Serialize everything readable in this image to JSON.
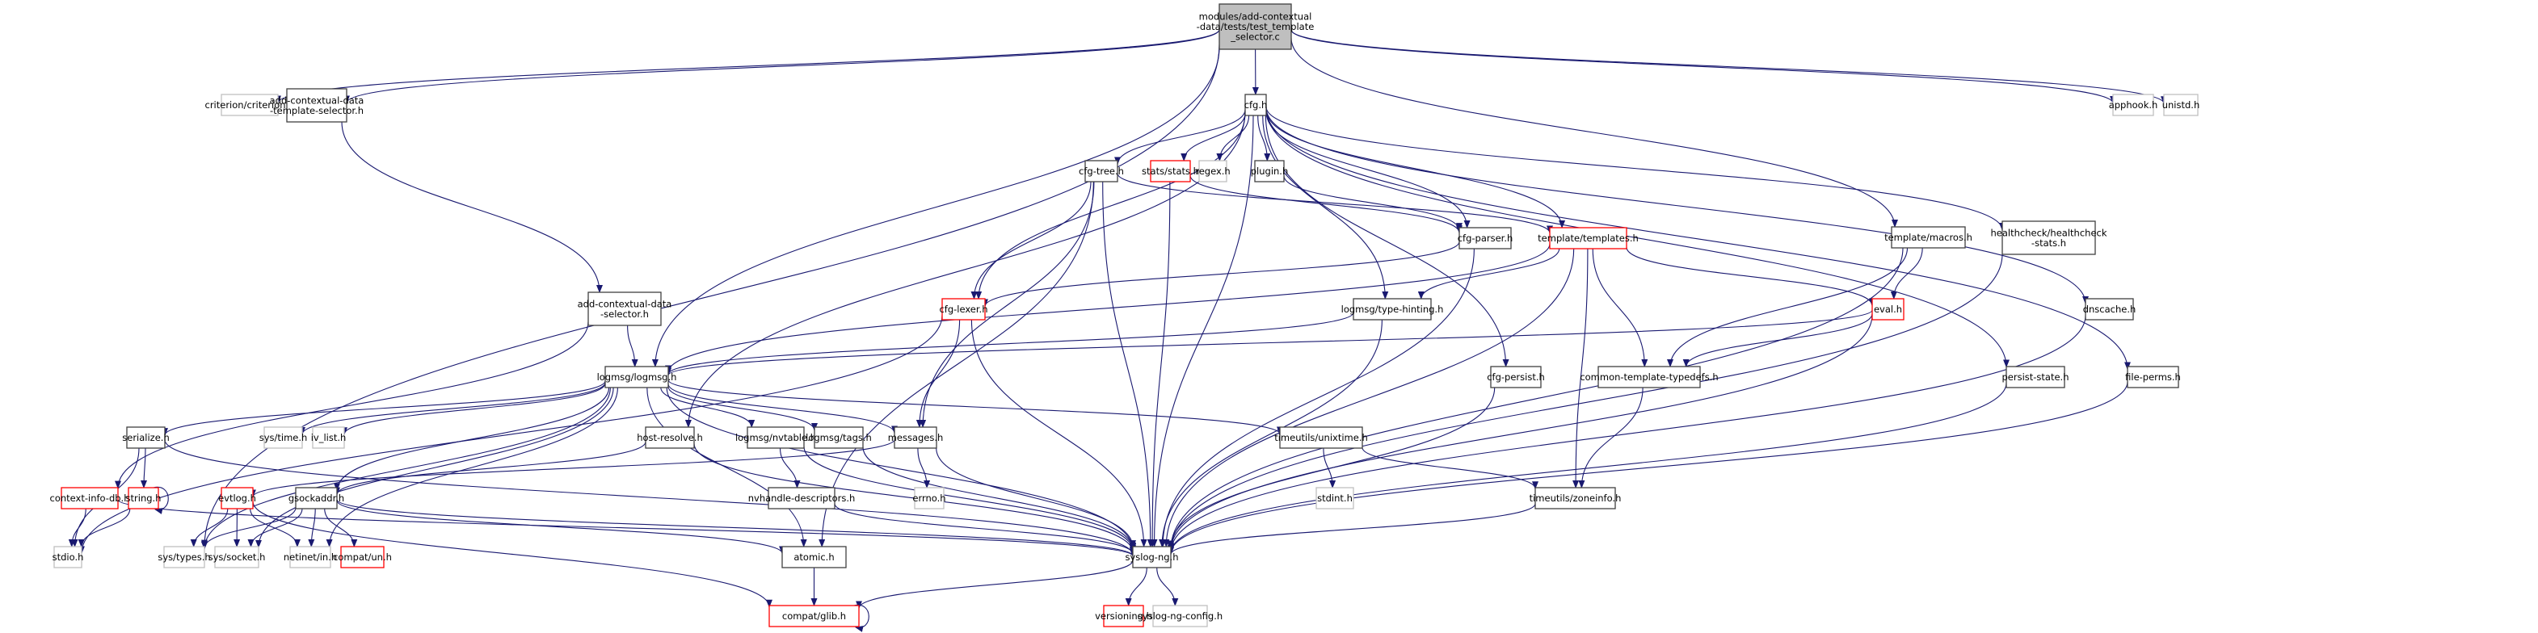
{
  "title": "Include dependency graph for test_template_selector.c",
  "colors": {
    "edge": "#191970",
    "root_fill": "#bfbfbf",
    "root_border": "#404040",
    "normal_border": "#404040",
    "missing_border": "#bfbfbf",
    "truncated_border": "#ff0000"
  },
  "nodes": [
    {
      "id": "root",
      "lines": [
        "modules/add-contextual",
        "-data/tests/test_template",
        "_selector.c"
      ],
      "kind": "root"
    },
    {
      "id": "criterion",
      "lines": [
        "criterion/criterion.h"
      ],
      "kind": "missing"
    },
    {
      "id": "acd_ts",
      "lines": [
        "add-contextual-data",
        "-template-selector.h"
      ],
      "kind": "normal"
    },
    {
      "id": "cfg",
      "lines": [
        "cfg.h"
      ],
      "kind": "normal"
    },
    {
      "id": "apphook",
      "lines": [
        "apphook.h"
      ],
      "kind": "missing"
    },
    {
      "id": "unistd",
      "lines": [
        "unistd.h"
      ],
      "kind": "missing"
    },
    {
      "id": "cfgtree",
      "lines": [
        "cfg-tree.h"
      ],
      "kind": "normal"
    },
    {
      "id": "stats",
      "lines": [
        "stats/stats.h"
      ],
      "kind": "truncated"
    },
    {
      "id": "regex",
      "lines": [
        "regex.h"
      ],
      "kind": "missing"
    },
    {
      "id": "plugin",
      "lines": [
        "plugin.h"
      ],
      "kind": "normal"
    },
    {
      "id": "cfgparser",
      "lines": [
        "cfg-parser.h"
      ],
      "kind": "normal"
    },
    {
      "id": "templates",
      "lines": [
        "template/templates.h"
      ],
      "kind": "truncated"
    },
    {
      "id": "macros",
      "lines": [
        "template/macros.h"
      ],
      "kind": "normal"
    },
    {
      "id": "healthcheck",
      "lines": [
        "healthcheck/healthcheck",
        "-stats.h"
      ],
      "kind": "normal"
    },
    {
      "id": "acd_sel",
      "lines": [
        "add-contextual-data",
        "-selector.h"
      ],
      "kind": "normal"
    },
    {
      "id": "cfglexer",
      "lines": [
        "cfg-lexer.h"
      ],
      "kind": "truncated"
    },
    {
      "id": "typehint",
      "lines": [
        "logmsg/type-hinting.h"
      ],
      "kind": "normal"
    },
    {
      "id": "eval",
      "lines": [
        "eval.h"
      ],
      "kind": "truncated"
    },
    {
      "id": "dnscache",
      "lines": [
        "dnscache.h"
      ],
      "kind": "normal"
    },
    {
      "id": "logmsg",
      "lines": [
        "logmsg/logmsg.h"
      ],
      "kind": "normal"
    },
    {
      "id": "cfgpersist",
      "lines": [
        "cfg-persist.h"
      ],
      "kind": "normal"
    },
    {
      "id": "ctt",
      "lines": [
        "common-template-typedefs.h"
      ],
      "kind": "normal"
    },
    {
      "id": "persist",
      "lines": [
        "persist-state.h"
      ],
      "kind": "normal"
    },
    {
      "id": "fileperms",
      "lines": [
        "file-perms.h"
      ],
      "kind": "normal"
    },
    {
      "id": "serialize",
      "lines": [
        "serialize.h"
      ],
      "kind": "normal"
    },
    {
      "id": "systime",
      "lines": [
        "sys/time.h"
      ],
      "kind": "missing"
    },
    {
      "id": "ivlist",
      "lines": [
        "iv_list.h"
      ],
      "kind": "missing"
    },
    {
      "id": "hostres",
      "lines": [
        "host-resolve.h"
      ],
      "kind": "normal"
    },
    {
      "id": "nvtable",
      "lines": [
        "logmsg/nvtable.h"
      ],
      "kind": "normal"
    },
    {
      "id": "tags",
      "lines": [
        "logmsg/tags.h"
      ],
      "kind": "normal"
    },
    {
      "id": "messages",
      "lines": [
        "messages.h"
      ],
      "kind": "normal"
    },
    {
      "id": "unixtime",
      "lines": [
        "timeutils/unixtime.h"
      ],
      "kind": "normal"
    },
    {
      "id": "ctxdb",
      "lines": [
        "context-info-db.h"
      ],
      "kind": "truncated"
    },
    {
      "id": "string",
      "lines": [
        "string.h"
      ],
      "kind": "truncated"
    },
    {
      "id": "evtlog",
      "lines": [
        "evtlog.h"
      ],
      "kind": "truncated"
    },
    {
      "id": "gsock",
      "lines": [
        "gsockaddr.h"
      ],
      "kind": "normal"
    },
    {
      "id": "nvhandle",
      "lines": [
        "nvhandle-descriptors.h"
      ],
      "kind": "normal"
    },
    {
      "id": "errno",
      "lines": [
        "errno.h"
      ],
      "kind": "missing"
    },
    {
      "id": "stdint",
      "lines": [
        "stdint.h"
      ],
      "kind": "missing"
    },
    {
      "id": "zoneinfo",
      "lines": [
        "timeutils/zoneinfo.h"
      ],
      "kind": "normal"
    },
    {
      "id": "stdio",
      "lines": [
        "stdio.h"
      ],
      "kind": "missing"
    },
    {
      "id": "systypes",
      "lines": [
        "sys/types.h"
      ],
      "kind": "missing"
    },
    {
      "id": "syssocket",
      "lines": [
        "sys/socket.h"
      ],
      "kind": "missing"
    },
    {
      "id": "netinet",
      "lines": [
        "netinet/in.h"
      ],
      "kind": "missing"
    },
    {
      "id": "compatun",
      "lines": [
        "compat/un.h"
      ],
      "kind": "truncated"
    },
    {
      "id": "atomic",
      "lines": [
        "atomic.h"
      ],
      "kind": "normal"
    },
    {
      "id": "syslogng",
      "lines": [
        "syslog-ng.h"
      ],
      "kind": "normal"
    },
    {
      "id": "glib",
      "lines": [
        "compat/glib.h"
      ],
      "kind": "truncated"
    },
    {
      "id": "versioning",
      "lines": [
        "versioning.h"
      ],
      "kind": "truncated"
    },
    {
      "id": "sngconfig",
      "lines": [
        "syslog-ng-config.h"
      ],
      "kind": "missing"
    }
  ],
  "edges": [
    [
      "root",
      "criterion"
    ],
    [
      "root",
      "acd_ts"
    ],
    [
      "root",
      "cfg"
    ],
    [
      "root",
      "apphook"
    ],
    [
      "root",
      "unistd"
    ],
    [
      "root",
      "logmsg"
    ],
    [
      "root",
      "macros"
    ],
    [
      "root",
      "systypes"
    ],
    [
      "acd_ts",
      "acd_sel"
    ],
    [
      "acd_sel",
      "logmsg"
    ],
    [
      "acd_sel",
      "ctxdb"
    ],
    [
      "cfg",
      "cfgtree"
    ],
    [
      "cfg",
      "stats"
    ],
    [
      "cfg",
      "regex"
    ],
    [
      "cfg",
      "plugin"
    ],
    [
      "cfg",
      "cfgparser"
    ],
    [
      "cfg",
      "templates"
    ],
    [
      "cfg",
      "healthcheck"
    ],
    [
      "cfg",
      "dnscache"
    ],
    [
      "cfg",
      "cfglexer"
    ],
    [
      "cfg",
      "typehint"
    ],
    [
      "cfg",
      "cfgpersist"
    ],
    [
      "cfg",
      "persist"
    ],
    [
      "cfg",
      "fileperms"
    ],
    [
      "cfg",
      "hostres"
    ],
    [
      "cfg",
      "syslogng"
    ],
    [
      "cfgtree",
      "cfglexer"
    ],
    [
      "cfgtree",
      "templates"
    ],
    [
      "cfgtree",
      "messages"
    ],
    [
      "cfgtree",
      "atomic"
    ],
    [
      "cfgtree",
      "syslogng"
    ],
    [
      "stats",
      "cfgparser"
    ],
    [
      "stats",
      "syslogng"
    ],
    [
      "plugin",
      "cfgparser"
    ],
    [
      "cfgparser",
      "cfglexer"
    ],
    [
      "cfgparser",
      "syslogng"
    ],
    [
      "templates",
      "typehint"
    ],
    [
      "templates",
      "eval"
    ],
    [
      "templates",
      "ctt"
    ],
    [
      "templates",
      "zoneinfo"
    ],
    [
      "templates",
      "logmsg"
    ],
    [
      "templates",
      "syslogng"
    ],
    [
      "macros",
      "eval"
    ],
    [
      "macros",
      "ctt"
    ],
    [
      "macros",
      "syslogng"
    ],
    [
      "healthcheck",
      "syslogng"
    ],
    [
      "cfglexer",
      "messages"
    ],
    [
      "cfglexer",
      "syslogng"
    ],
    [
      "cfglexer",
      "stdio"
    ],
    [
      "typehint",
      "logmsg"
    ],
    [
      "typehint",
      "syslogng"
    ],
    [
      "eval",
      "ctt"
    ],
    [
      "eval",
      "logmsg"
    ],
    [
      "eval",
      "syslogng"
    ],
    [
      "dnscache",
      "syslogng"
    ],
    [
      "logmsg",
      "serialize"
    ],
    [
      "logmsg",
      "systime"
    ],
    [
      "logmsg",
      "ivlist"
    ],
    [
      "logmsg",
      "nvtable"
    ],
    [
      "logmsg",
      "tags"
    ],
    [
      "logmsg",
      "messages"
    ],
    [
      "logmsg",
      "unixtime"
    ],
    [
      "logmsg",
      "gsock"
    ],
    [
      "logmsg",
      "atomic"
    ],
    [
      "logmsg",
      "syslogng"
    ],
    [
      "logmsg",
      "systypes"
    ],
    [
      "logmsg",
      "syssocket"
    ],
    [
      "logmsg",
      "netinet"
    ],
    [
      "cfgpersist",
      "syslogng"
    ],
    [
      "ctt",
      "zoneinfo"
    ],
    [
      "persist",
      "syslogng"
    ],
    [
      "fileperms",
      "syslogng"
    ],
    [
      "serialize",
      "string"
    ],
    [
      "serialize",
      "stdio"
    ],
    [
      "serialize",
      "syslogng"
    ],
    [
      "hostres",
      "gsock"
    ],
    [
      "hostres",
      "syslogng"
    ],
    [
      "nvtable",
      "nvhandle"
    ],
    [
      "nvtable",
      "syslogng"
    ],
    [
      "tags",
      "syslogng"
    ],
    [
      "messages",
      "evtlog"
    ],
    [
      "messages",
      "errno"
    ],
    [
      "messages",
      "syslogng"
    ],
    [
      "unixtime",
      "stdint"
    ],
    [
      "unixtime",
      "zoneinfo"
    ],
    [
      "ctxdb",
      "stdio"
    ],
    [
      "ctxdb",
      "syslogng"
    ],
    [
      "string",
      "string"
    ],
    [
      "string",
      "stdio"
    ],
    [
      "evtlog",
      "systypes"
    ],
    [
      "evtlog",
      "syssocket"
    ],
    [
      "evtlog",
      "netinet"
    ],
    [
      "evtlog",
      "glib"
    ],
    [
      "gsock",
      "systypes"
    ],
    [
      "gsock",
      "syssocket"
    ],
    [
      "gsock",
      "netinet"
    ],
    [
      "gsock",
      "compatun"
    ],
    [
      "gsock",
      "atomic"
    ],
    [
      "gsock",
      "syslogng"
    ],
    [
      "nvhandle",
      "syslogng"
    ],
    [
      "zoneinfo",
      "syslogng"
    ],
    [
      "atomic",
      "glib"
    ],
    [
      "syslogng",
      "glib"
    ],
    [
      "syslogng",
      "versioning"
    ],
    [
      "syslogng",
      "sngconfig"
    ],
    [
      "glib",
      "glib"
    ]
  ]
}
